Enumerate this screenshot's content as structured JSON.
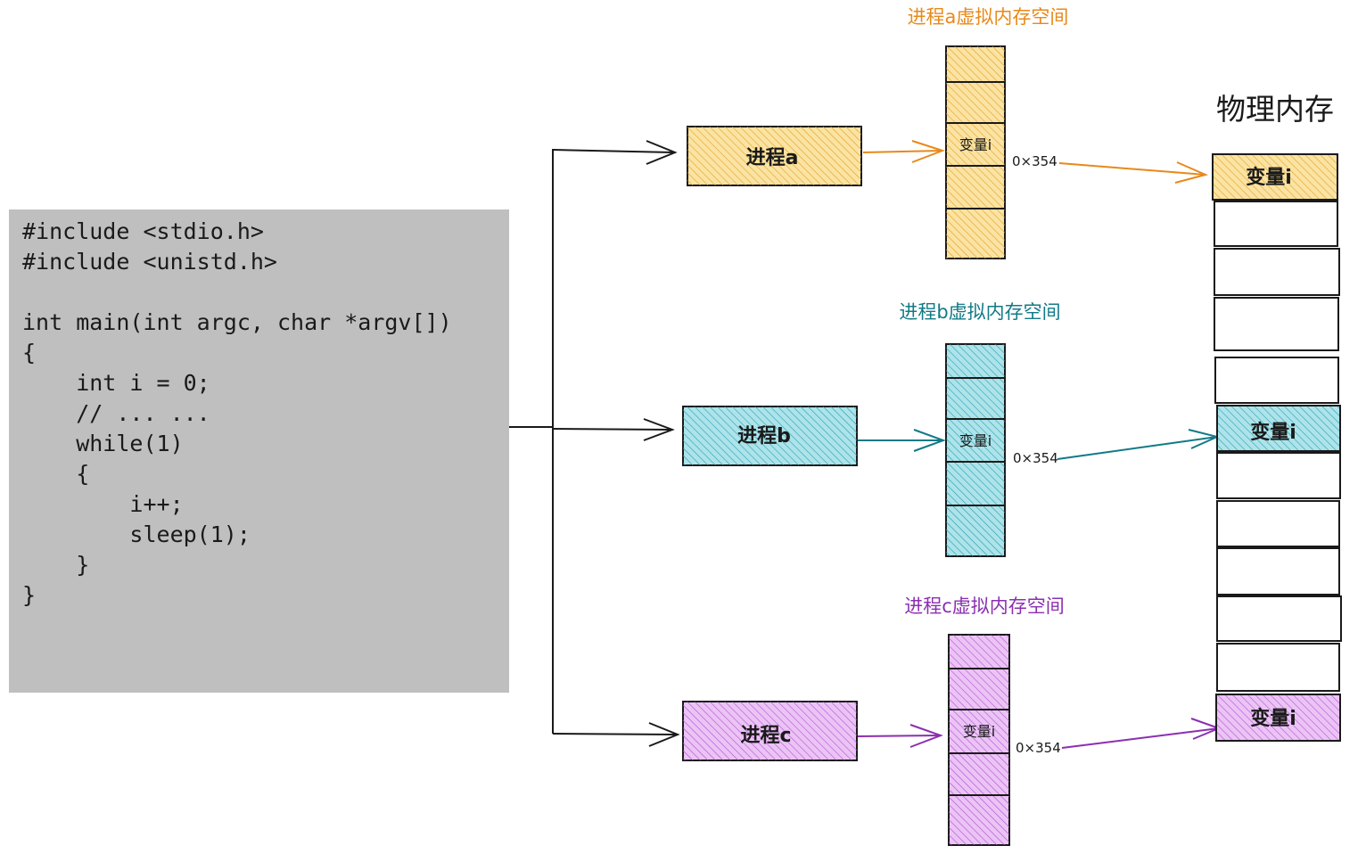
{
  "code": {
    "lines": [
      "#include <stdio.h>",
      "#include <unistd.h>",
      "",
      "int main(int argc, char *argv[])",
      "{",
      "    int i = 0;",
      "    // ... ...",
      "    while(1)",
      "    {",
      "        i++;",
      "        sleep(1);",
      "    }",
      "}"
    ]
  },
  "processes": [
    {
      "label": "进程a",
      "space_title": "进程a虚拟内存空间",
      "slot_label": "变量i",
      "address": "0×354",
      "color": "#f0c040",
      "accent": "#e8891a"
    },
    {
      "label": "进程b",
      "space_title": "进程b虚拟内存空间",
      "slot_label": "变量i",
      "address": "0×354",
      "color": "#3fb8c8",
      "accent": "#127a87"
    },
    {
      "label": "进程c",
      "space_title": "进程c虚拟内存空间",
      "slot_label": "变量i",
      "address": "0×354",
      "color": "#c86be0",
      "accent": "#8b2fb0"
    }
  ],
  "physical": {
    "title": "物理内存",
    "labels": [
      "变量i",
      "变量i",
      "变量i"
    ]
  }
}
